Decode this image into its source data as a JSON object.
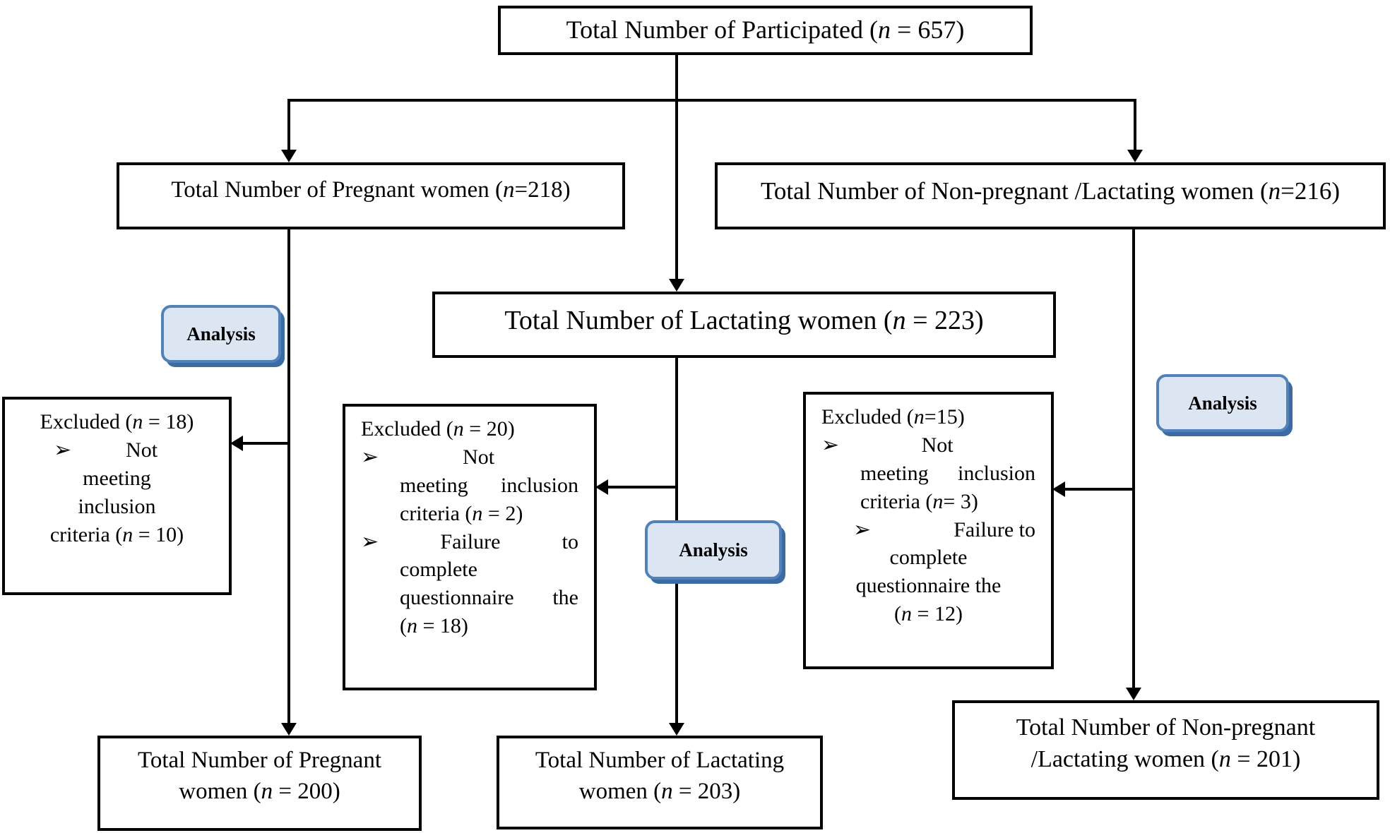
{
  "flowchart": {
    "colors": {
      "background": "#ffffff",
      "text": "#000000",
      "line": "#000000",
      "box_border": "#000000",
      "box_fill": "#ffffff",
      "badge_fill": "#dce6f2",
      "badge_border": "#4f81bd",
      "badge_shadow": "#3a6ba5"
    },
    "badge": {
      "label": "Analysis"
    },
    "boxes": {
      "total_participated": {
        "lines": [
          {
            "t": "Total Number of Participated (*n* = 657)",
            "c": "c"
          }
        ]
      },
      "pregnant_218": {
        "lines": [
          {
            "t": "Total Number of Pregnant women (*n*=218)",
            "c": "c"
          }
        ]
      },
      "nonpregnant_216": {
        "lines": [
          {
            "t": "Total Number of Non-pregnant /Lactating women (*n*=216)",
            "c": "c"
          }
        ]
      },
      "lactating_223": {
        "lines": [
          {
            "t": "Total Number of Lactating women (*n* = 223)",
            "c": "c"
          }
        ]
      },
      "excluded_pregnant": {
        "lines": [
          {
            "t": "Excluded (*n* = 18)",
            "c": "c"
          },
          {
            "t": "➢|Not|",
            "c": "spread ind2"
          },
          {
            "t": "meeting",
            "c": "c"
          },
          {
            "t": "inclusion",
            "c": "c"
          },
          {
            "t": "criteria (*n* = 10)",
            "c": "c"
          }
        ]
      },
      "excluded_lactating": {
        "lines": [
          {
            "t": "Excluded (*n* = 20)",
            "c": "l"
          },
          {
            "t": "➢|Not|",
            "c": "spread"
          },
          {
            "t": "meeting|inclusion",
            "c": "spread ind1"
          },
          {
            "t": "criteria (*n* = 2)",
            "c": "l ind1"
          },
          {
            "t": "➢|Failure|to",
            "c": "spread"
          },
          {
            "t": "complete",
            "c": "l ind1"
          },
          {
            "t": "questionnaire|the",
            "c": "spread ind1"
          },
          {
            "t": "(*n* = 18)",
            "c": "l ind1"
          }
        ]
      },
      "excluded_nonpregnant": {
        "lines": [
          {
            "t": "Excluded (*n*=15)",
            "c": "l"
          },
          {
            "t": "➢|Not|",
            "c": "spread"
          },
          {
            "t": "meeting|inclusion",
            "c": "spread ind1"
          },
          {
            "t": "criteria (*n*= 3)",
            "c": "l ind1"
          },
          {
            "t": "➢|Failure to",
            "c": "spread ind2"
          },
          {
            "t": "complete",
            "c": "c"
          },
          {
            "t": "questionnaire the",
            "c": "c"
          },
          {
            "t": "(*n* = 12)",
            "c": "c"
          }
        ]
      },
      "pregnant_final": {
        "lines": [
          {
            "t": "Total Number of Pregnant",
            "c": "c"
          },
          {
            "t": "women (*n* = 200)",
            "c": "c"
          }
        ]
      },
      "lactating_final": {
        "lines": [
          {
            "t": "Total Number of Lactating",
            "c": "c"
          },
          {
            "t": "women (*n* = 203)",
            "c": "c"
          }
        ]
      },
      "nonpregnant_final": {
        "lines": [
          {
            "t": "Total Number of Non-pregnant",
            "c": "c"
          },
          {
            "t": "/Lactating women (*n* = 201)",
            "c": "c"
          }
        ]
      }
    }
  }
}
